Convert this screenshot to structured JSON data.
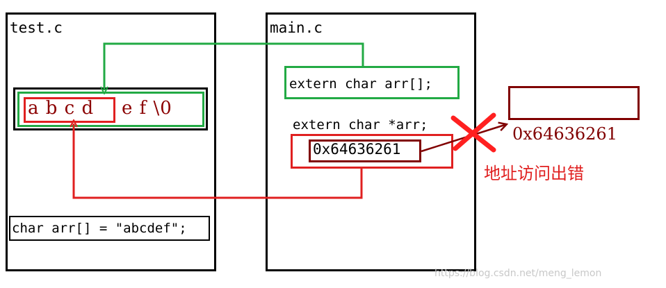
{
  "files": {
    "test_file": "test.c",
    "main_file": "main.c"
  },
  "test_c": {
    "array_first": "a b c d",
    "array_rest": "e f \\0",
    "definition": "char arr[] = \"abcdef\";"
  },
  "main_c": {
    "correct_decl": "extern char arr[];",
    "wrong_decl": "extern char *arr;",
    "pointer_value": "0x64636261"
  },
  "target": {
    "address": "0x64636261"
  },
  "error_label": "地址访问出错",
  "watermark": "https://blog.csdn.net/meng_lemon",
  "colors": {
    "green": "#22aa44",
    "red": "#e02020",
    "dark_red": "#800000",
    "black": "#000000"
  }
}
